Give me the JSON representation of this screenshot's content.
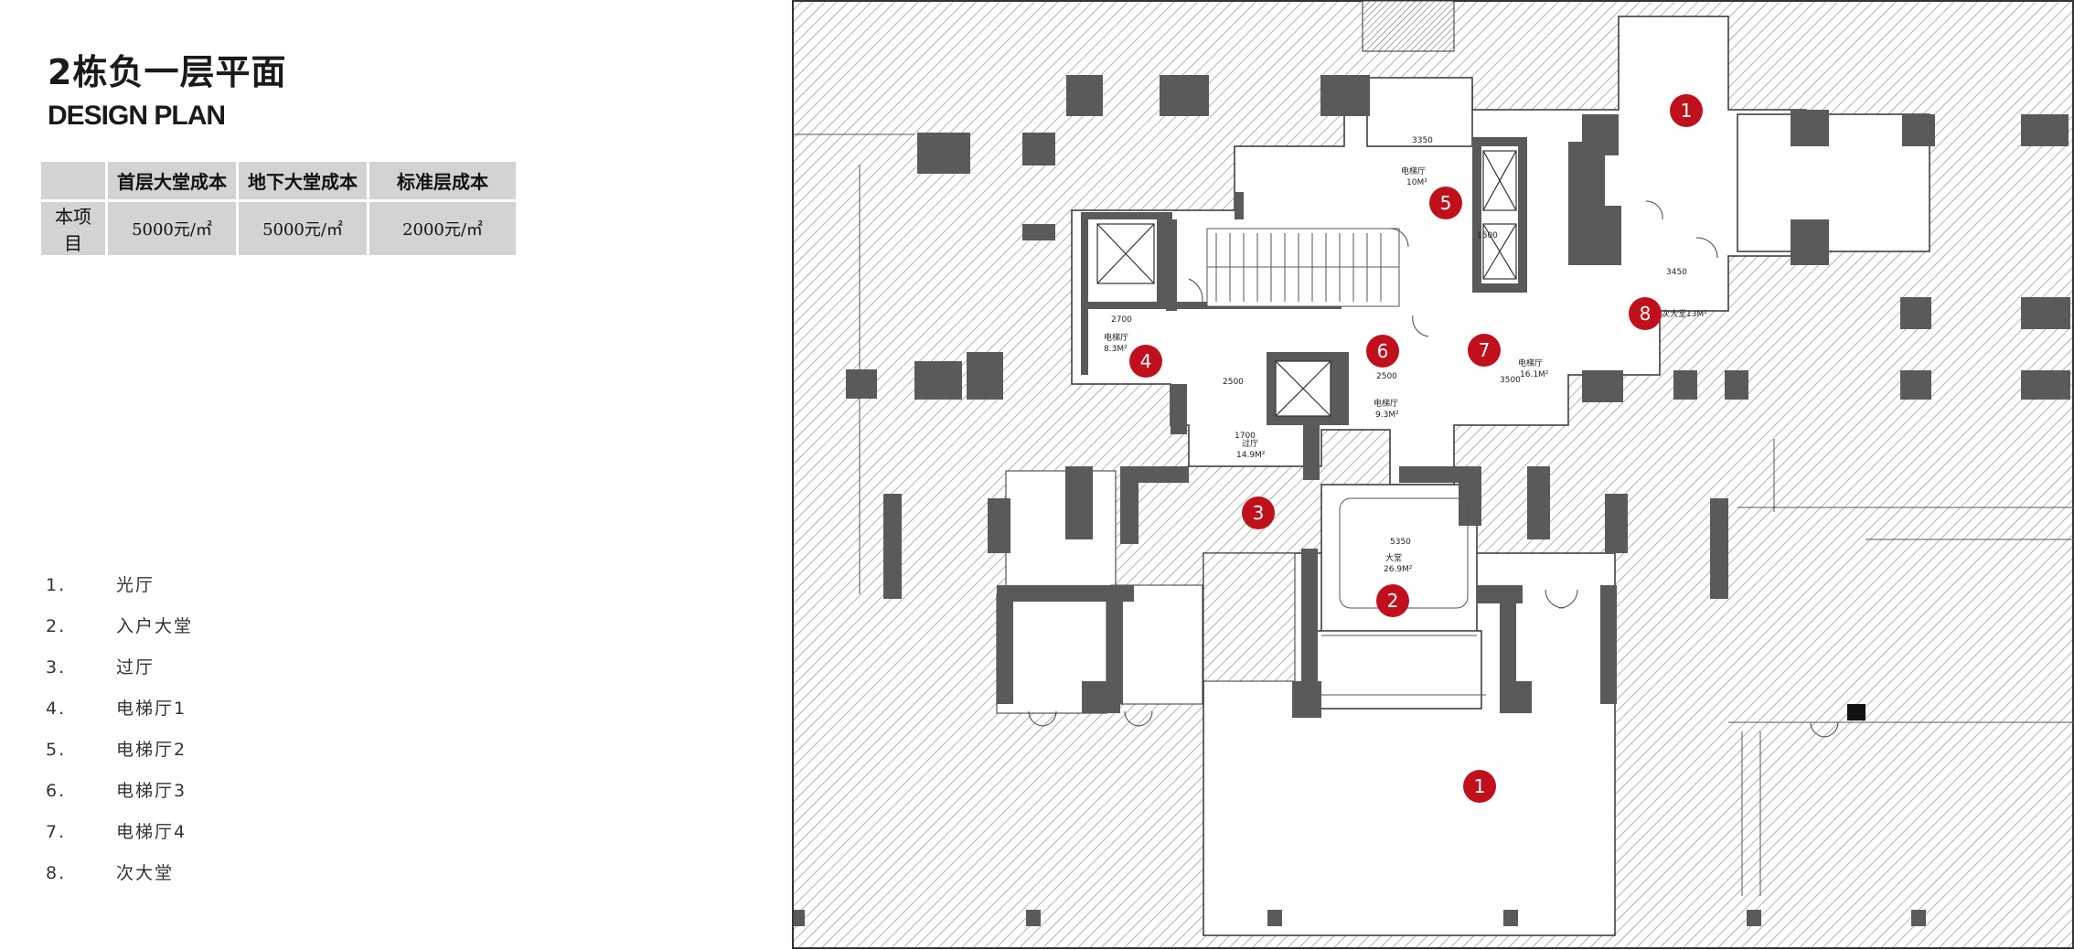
{
  "title": "2栋负一层平面",
  "subtitle": "DESIGN PLAN",
  "cost_table": {
    "headers": [
      "",
      "首层大堂成本",
      "地下大堂成本",
      "标准层成本"
    ],
    "row_label": "本项目",
    "values": [
      "5000元/㎡",
      "5000元/㎡",
      "2000元/㎡"
    ]
  },
  "legend": [
    {
      "num": "1.",
      "label": "光厅"
    },
    {
      "num": "2.",
      "label": "入户大堂"
    },
    {
      "num": "3.",
      "label": "过厅"
    },
    {
      "num": "4.",
      "label": "电梯厅1"
    },
    {
      "num": "5.",
      "label": "电梯厅2"
    },
    {
      "num": "6.",
      "label": "电梯厅3"
    },
    {
      "num": "7.",
      "label": "电梯厅4"
    },
    {
      "num": "8.",
      "label": "次大堂"
    }
  ],
  "markers": [
    "1",
    "2",
    "3",
    "4",
    "5",
    "6",
    "7",
    "8",
    "1"
  ],
  "room_labels": [
    "电梯厅",
    "10M²",
    "电梯厅",
    "8.3M²",
    "电梯厅",
    "9.3M²",
    "电梯厅",
    "16.1M²",
    "过厅",
    "14.9M²",
    "大堂",
    "26.9M²",
    "次大堂13M²"
  ],
  "dimensions": [
    "3350",
    "2700",
    "2500",
    "2500",
    "3500",
    "1700",
    "5350",
    "3450",
    "1500"
  ],
  "colors": {
    "marker": "#c0101c",
    "wall": "#5a5a5a",
    "hatch": "#8a8a8a",
    "table_bg": "#d3d3d3"
  }
}
